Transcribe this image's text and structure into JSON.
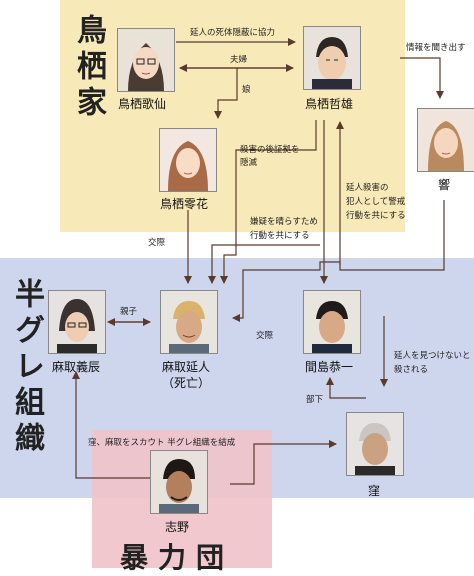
{
  "groups": {
    "torisu": "鳥栖家",
    "hangure": "半グレ組織",
    "bouryokudan": "暴力団"
  },
  "people": {
    "kasen": "鳥栖歌仙",
    "tetsuo": "鳥栖哲雄",
    "reika": "鳥栖零花",
    "hibiki": "響",
    "yoshitatsu": "麻取義辰",
    "nobuto": "麻取延人",
    "nobuto_status": "（死亡）",
    "mashima": "間島恭一",
    "kubo": "窪",
    "shino": "志野"
  },
  "relations": {
    "cover_up": "延人の死体隠蔽に協力",
    "spouse": "夫婦",
    "daughter": "娘",
    "hiding_evidence_1": "殺害の後証拠を",
    "hiding_evidence_2": "隠滅",
    "get_info": "情報を聞き出す",
    "suspect_1": "延人殺害の",
    "suspect_2": "犯人として警戒",
    "suspect_3": "行動を共にする",
    "clear_1": "嫌疑を晴らすため",
    "clear_2": "行動を共にする",
    "dating_left": "交際",
    "dating_right": "交際",
    "parent_child": "親子",
    "kill_if_found_1": "延人を見つけないと",
    "kill_if_found_2": "殺される",
    "subordinate": "部下",
    "scout": "窪、麻取をスカウト 半グレ組織を結成"
  },
  "colors": {
    "torisu_bg": "#f8e9b8",
    "hangure_bg": "#cdd6ec",
    "bouryokudan_bg": "#f0c3ca",
    "arrow": "#5a3a2c"
  }
}
